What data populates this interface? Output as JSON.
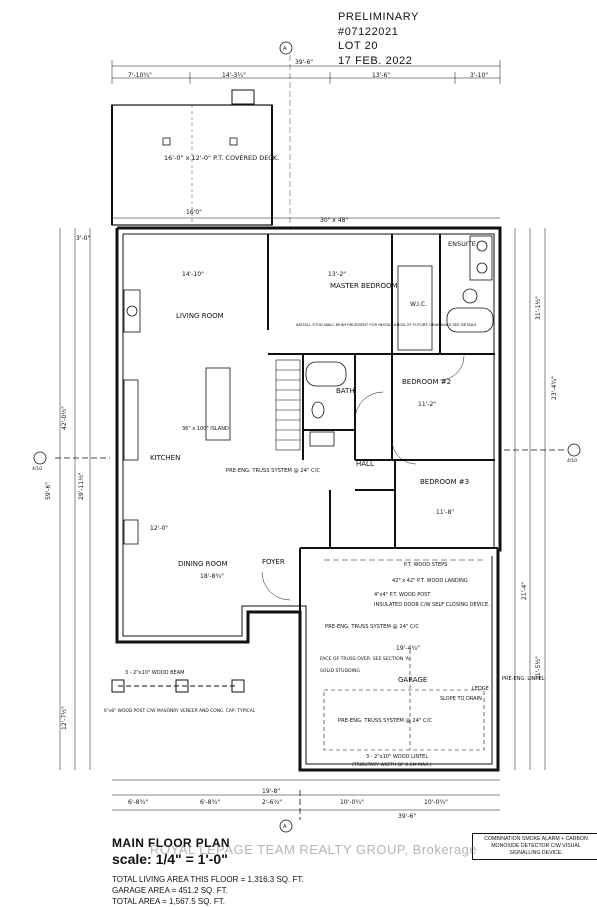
{
  "stamp": {
    "status": "PRELIMINARY",
    "job_number": "#07122021",
    "lot": "LOT 20",
    "date": "17 FEB. 2022"
  },
  "title_block": {
    "title": "MAIN FLOOR PLAN",
    "scale": "scale: 1/4\" = 1'-0\"",
    "total_living_area": "TOTAL LIVING AREA THIS FLOOR = 1,316.3 SQ. FT.",
    "garage_area": "GARAGE AREA = 451.2 SQ. FT.",
    "total_area": "TOTAL AREA = 1,567.5 SQ. FT."
  },
  "detector_note": "COMBINATION SMOKE ALARM + CARBON MONOXIDE DETECTOR C/W VISUAL SIGNALLING DEVICE.",
  "watermark": "ROYAL LEPAGE TEAM REALTY GROUP, Brokerage",
  "rooms": {
    "deck": "16'-0\" x 12'-0\" P.T. COVERED DECK.",
    "living": "LIVING ROOM",
    "master": "MASTER BEDROOM",
    "ensuite": "ENSUITE",
    "wic": "W.I.C.",
    "bath": "BATH",
    "bed2": "BEDROOM #2",
    "bed3": "BEDROOM #3",
    "kitchen": "KITCHEN",
    "island": "36\" x 100\" ISLAND",
    "hall": "HALL",
    "dining": "DINING ROOM",
    "foyer": "FOYER",
    "garage": "GARAGE"
  },
  "notes": {
    "truss_top": "PRE-ENG. TRUSS SYSTEM @ 24\" C/C",
    "truss_mid": "PRE-ENG. TRUSS SYSTEM @ 24\" C/C",
    "truss_garage": "PRE-ENG. TRUSS SYSTEM @ 24\" C/C",
    "steps": "P.T. WOOD STEPS",
    "landing": "42\" x 42\" P.T. WOOD LANDING",
    "post": "4\"x4\" P.T. WOOD POST",
    "door": "INSULATED DOOR C/W SELF CLOSING DEVICE.",
    "face_truss": "FACE OF TRUSS OVER. SEE SECTION 'A'.",
    "solid": "SOLID STUDDING",
    "slope": "SLOPE TO DRAIN",
    "lintel": "3 - 2\"x10\" WOOD LINTEL",
    "tributary": "(TRIBUTARY WIDTH OF 0.6M MAX.)",
    "beam": "3 - 2\"x10\" WOOD BEAM",
    "post_masonry": "6\"x6\" WOOD POST C/W MASONRY VENEER AND CONC. CAP, TYPICAL",
    "ledge": "LEDGE",
    "grab_bars": "INSTALL STUD WALL REINFORCEMENT FOR INSTALLATION OF FUTURE GRAB BARS SEE DETAILS",
    "lintel_right": "PRE-ENG. LINTEL"
  },
  "dims": {
    "top_overall": "39'-6\"",
    "top_a": "7'-10¾\"",
    "top_b": "14'-3¼\"",
    "top_c": "13'-6\"",
    "top_d": "3'-10\"",
    "deck_w": "16'0\"",
    "row2_a": "3'-0\"",
    "row2_b": "30\" x 48\"",
    "bot_a": "6'-8¾\"",
    "bot_b": "6'-8¾\"",
    "bot_c": "2'-6¾\"",
    "bot_d": "10'-0¾\"",
    "bot_e": "10'-0¾\"",
    "bot_f": "19'-8\"",
    "bot_overall": "39'-6\"",
    "left_overall": "59'-6\"",
    "left_a": "42'-0½\"",
    "left_b": "29'-11½\"",
    "left_c": "12'-7½\"",
    "right_a": "31'-1½\"",
    "right_b": "23'-4¾\"",
    "right_c": "11'-5½\"",
    "living_w": "14'-10\"",
    "master_w": "13'-2\"",
    "bed2_w": "11'-2\"",
    "bed3_w": "11'-8\"",
    "dining_w": "18'-8¾\"",
    "garage_w": "19'-4¾\"",
    "garage_h": "21'-4\"",
    "kitchen_h": "12'-0\""
  },
  "section_marks": {
    "a": "A",
    "sheet": "4/10"
  },
  "colors": {
    "ink": "#111111",
    "paper": "#ffffff",
    "gray": "#7a7a7a"
  }
}
